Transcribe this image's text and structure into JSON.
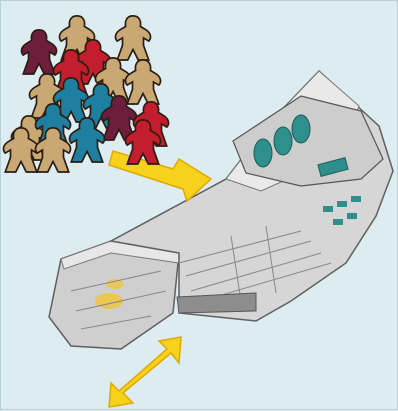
{
  "scene": {
    "background": "#dcecf0",
    "ship": {
      "hull": "#cfcfcf",
      "hull_dark": "#9a9a9a",
      "hull_light": "#ececec",
      "outline": "#5f5f5f",
      "cockpit_windows": "#2e8f8c",
      "engine_glow": "#f0c43a"
    },
    "arrows": {
      "color": "#f6d21c",
      "edge": "#e0a800",
      "items": [
        {
          "name": "board-crew-arrow",
          "icon": "arrow-right-down-icon"
        },
        {
          "name": "deploy-two-way-arrow",
          "icon": "double-headed-arrow-icon"
        }
      ]
    },
    "crew": {
      "colors": {
        "tan": "#caa874",
        "maroon": "#6e1e3c",
        "red": "#c41e2e",
        "blue": "#1f7fa0"
      },
      "meeples": [
        "maroon",
        "tan",
        "tan",
        "red",
        "red",
        "tan",
        "tan",
        "blue",
        "tan",
        "blue",
        "tan",
        "blue",
        "maroon",
        "red",
        "tan",
        "blue",
        "tan",
        "red"
      ]
    }
  }
}
